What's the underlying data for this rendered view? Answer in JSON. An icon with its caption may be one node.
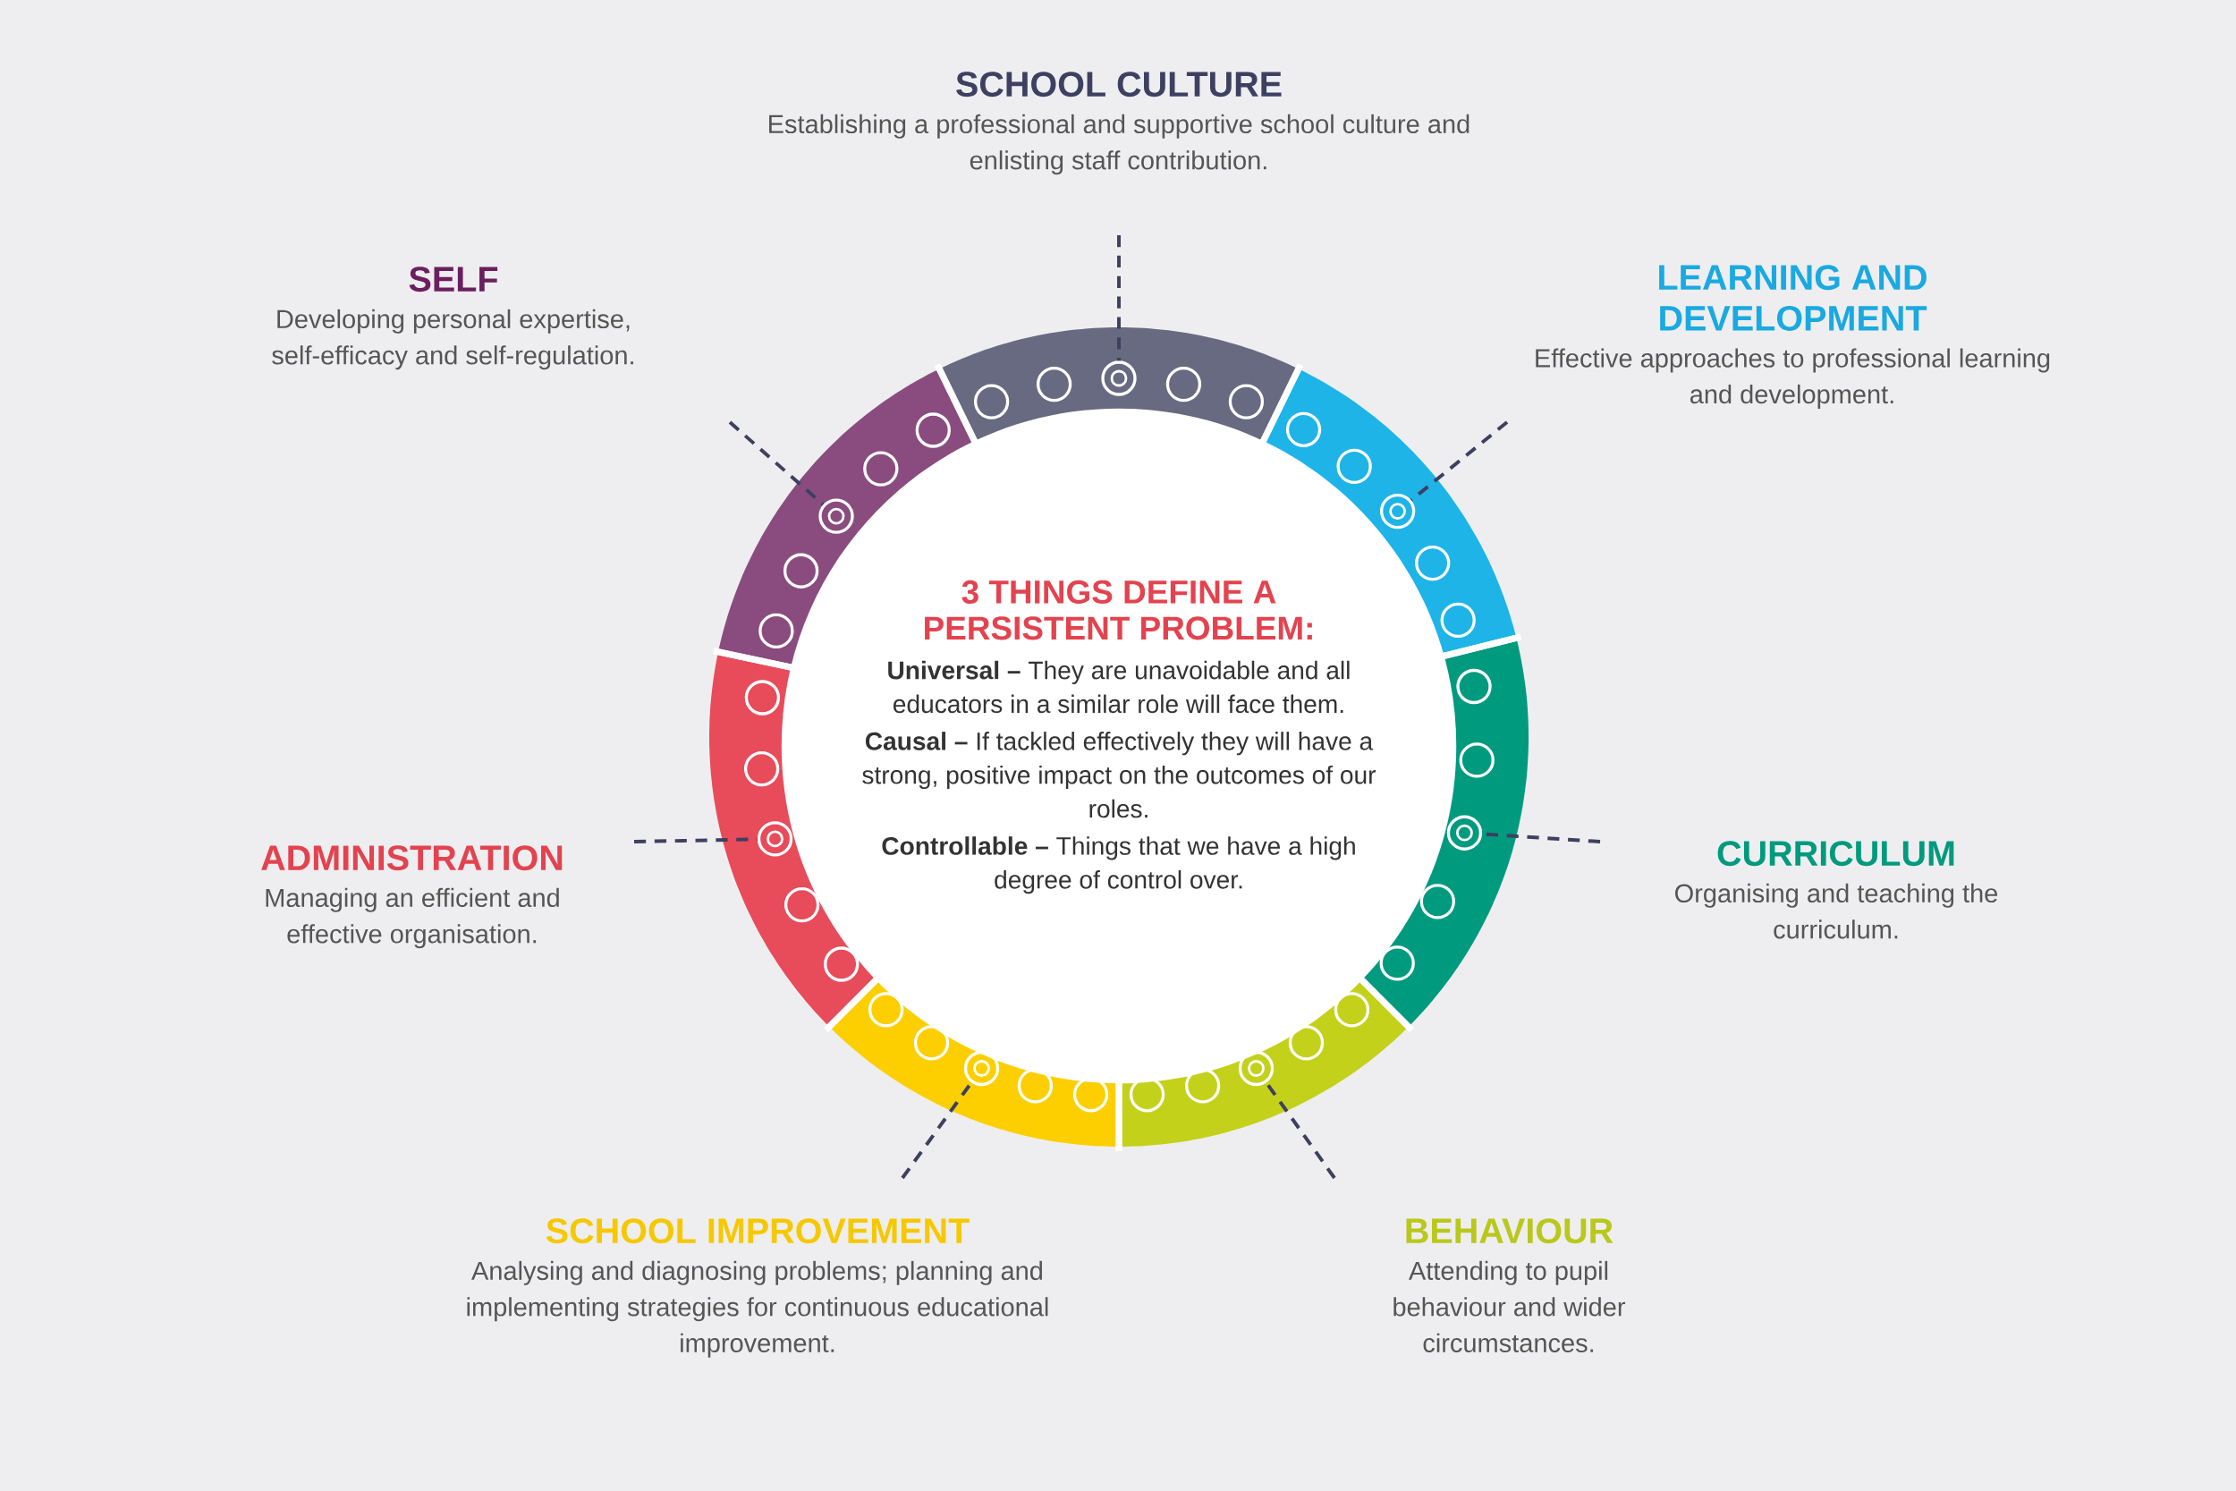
{
  "diagram": {
    "nodes": [
      {
        "text": [
          "SCHOOL CULTURE",
          "Establishing a professional and supportive school culture and enlisting staff contribution."
        ]
      },
      {
        "text": [
          "SELF",
          "Developing personal expertise, self-efficacy and self-regulation."
        ]
      },
      {
        "text": [
          "LEARNING AND DEVELOPMENT",
          "Effective approaches to professional learning and development."
        ]
      },
      {
        "text": [
          "3 THINGS DEFINE A PERSISTENT PROBLEM:",
          "**Universal –** They are unavoidable and all educators in a similar role will face them.",
          "**Causal –** If tackled effectively they will have a strong, positive impact on the outcomes of our roles.",
          "**Controllable –** Things that we have a high degree of control over."
        ]
      },
      {
        "text": [
          "ADMINISTRATION",
          "Managing an efficient and effective organisation."
        ]
      },
      {
        "text": [
          "CURRICULUM",
          "Organising and teaching the curriculum."
        ]
      },
      {
        "text": [
          "SCHOOL IMPROVEMENT",
          "Analysing and diagnosing problems; planning and implementing strategies for continuous educational improvement."
        ]
      },
      {
        "text": [
          "BEHAVIOUR",
          "Attending to pupil behaviour and wider circumstances."
        ]
      },
      {
        "text": [],
        "shape": "circle"
      },
      {
        "text": [],
        "shape": "circle"
      },
      {
        "text": [],
        "shape": "circle"
      },
      {
        "text": [],
        "shape": "circle"
      },
      {
        "text": [],
        "shape": "circle"
      },
      {
        "text": [],
        "shape": "circle"
      },
      {
        "text": [],
        "shape": "circle"
      }
    ],
    "edges": [
      {
        "from": 0,
        "to": 8,
        "arrow": "none",
        "style": "dashed"
      },
      {
        "from": 1,
        "to": 9,
        "arrow": "none",
        "style": "dashed"
      },
      {
        "from": 2,
        "to": 10,
        "arrow": "none",
        "style": "dashed"
      },
      {
        "from": 4,
        "to": 11,
        "arrow": "none",
        "style": "dashed"
      },
      {
        "from": 5,
        "to": 12,
        "arrow": "none",
        "style": "dashed"
      },
      {
        "from": 6,
        "to": 13,
        "arrow": "none",
        "style": "dashed"
      },
      {
        "from": 7,
        "to": 14,
        "arrow": "none",
        "style": "dashed"
      }
    ]
  }
}
